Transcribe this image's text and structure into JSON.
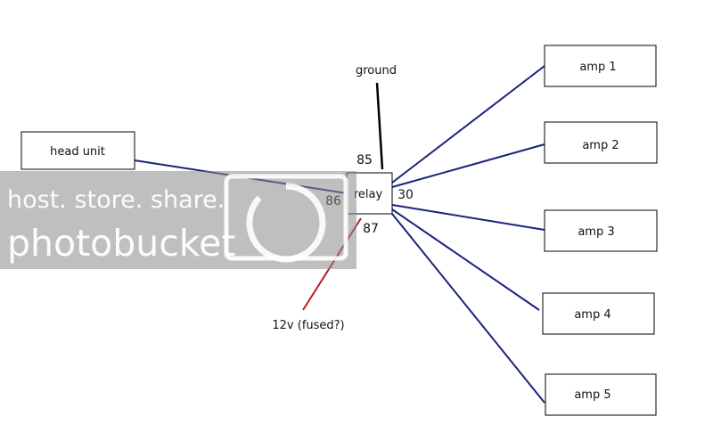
{
  "diagram": {
    "head_unit": "head unit",
    "relay": "relay",
    "ground": "ground",
    "power": "12v (fused?)",
    "pins": {
      "p85": "85",
      "p86": "86",
      "p87": "87",
      "p30": "30"
    },
    "amps": [
      "amp 1",
      "amp 2",
      "amp 3",
      "amp 4",
      "amp 5"
    ]
  },
  "watermark": {
    "line1": "host. store. share.",
    "line2": "photobucket"
  },
  "colors": {
    "wire_signal": "#1a237e",
    "wire_ground": "#000000",
    "wire_power": "#b71c1c",
    "watermark_bg": "#8a8a8a"
  }
}
